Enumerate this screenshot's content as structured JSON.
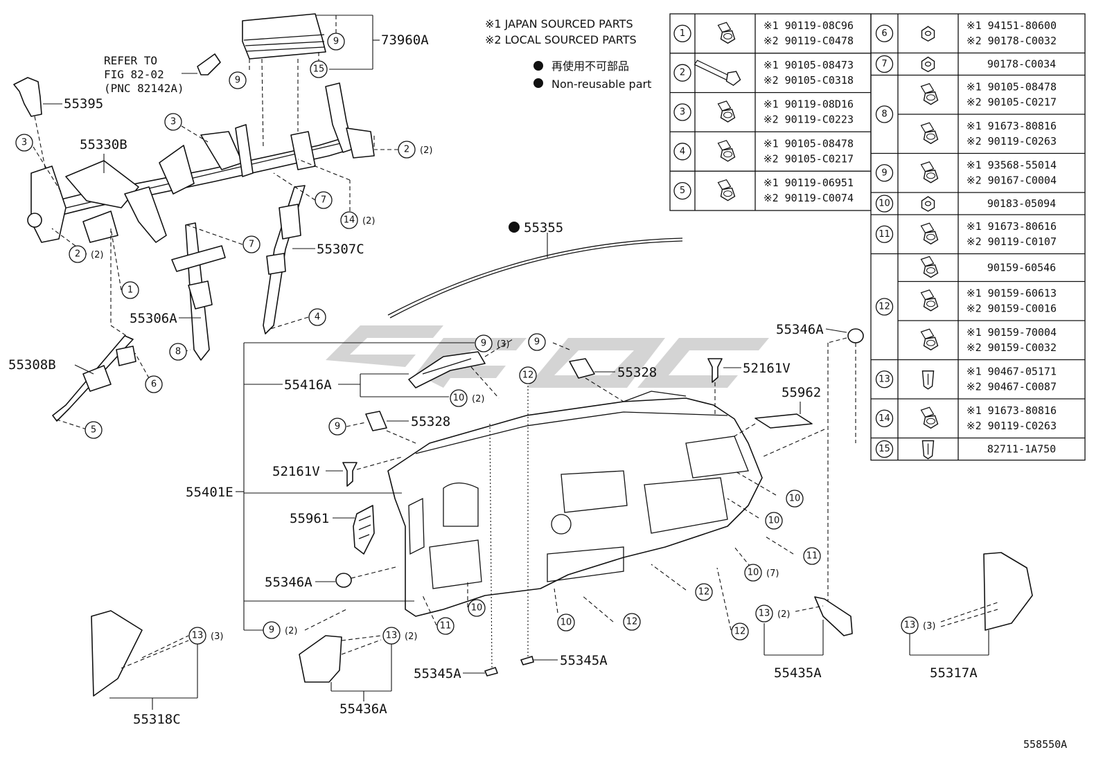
{
  "legend": {
    "note1": "※1 JAPAN SOURCED PARTS",
    "note2": "※2 LOCAL SOURCED PARTS",
    "nonreuse_jp": "再使用不可部品",
    "nonreuse_en": "Non-reusable part"
  },
  "refer": {
    "line1": "REFER TO",
    "line2": "FIG 82-02",
    "line3": "(PNC 82142A)"
  },
  "diagram_id": "558550A",
  "watermark": "ctoc",
  "part_labels": {
    "p73960A": "73960A",
    "p55395": "55395",
    "p55330B": "55330B",
    "p55307C": "55307C",
    "p55306A": "55306A",
    "p55308B": "55308B",
    "p55355": "55355",
    "p55416A": "55416A",
    "p55328a": "55328",
    "p55328b": "55328",
    "p52161Va": "52161V",
    "p52161Vb": "52161V",
    "p55346Aa": "55346A",
    "p55346Ab": "55346A",
    "p55962": "55962",
    "p55401E": "55401E",
    "p55961": "55961",
    "p55345Aa": "55345A",
    "p55345Ab": "55345A",
    "p55318C": "55318C",
    "p55436A": "55436A",
    "p55435A": "55435A",
    "p55317A": "55317A"
  },
  "callouts": {
    "c9a": "9",
    "c9b": "9",
    "c15": "15",
    "c3a": "3",
    "c3b": "3",
    "c2a": "2",
    "c2b": "2",
    "c7a": "7",
    "c7b": "7",
    "c14": "14",
    "c1": "1",
    "c4": "4",
    "c8": "8",
    "c6": "6",
    "c5": "5",
    "c9c": "9",
    "c9d": "9",
    "c9e": "9",
    "c9f": "9",
    "c12a": "12",
    "c10a": "10",
    "c10b": "10",
    "c10c": "10",
    "c10d": "10",
    "c10e": "10",
    "c10f": "10",
    "c11a": "11",
    "c11b": "11",
    "c12b": "12",
    "c12c": "12",
    "c12d": "12",
    "c13a": "13",
    "c13b": "13",
    "c13c": "13",
    "c13d": "13"
  },
  "quantities": {
    "q2": "(2)",
    "q3": "(3)",
    "q7": "(7)"
  },
  "fastener_table_left": [
    {
      "no": "1",
      "l1": "※1 90119-08C96",
      "l2": "※2 90119-C0478"
    },
    {
      "no": "2",
      "l1": "※1 90105-08473",
      "l2": "※2 90105-C0318"
    },
    {
      "no": "3",
      "l1": "※1 90119-08D16",
      "l2": "※2 90119-C0223"
    },
    {
      "no": "4",
      "l1": "※1 90105-08478",
      "l2": "※2 90105-C0217"
    },
    {
      "no": "5",
      "l1": "※1 90119-06951",
      "l2": "※2 90119-C0074"
    }
  ],
  "fastener_table_right": [
    {
      "no": "6",
      "rows": [
        {
          "l1": "※1 94151-80600",
          "l2": "※2 90178-C0032"
        }
      ]
    },
    {
      "no": "7",
      "rows": [
        {
          "l1": "90178-C0034",
          "l2": ""
        }
      ]
    },
    {
      "no": "8",
      "rows": [
        {
          "l1": "※1 90105-08478",
          "l2": "※2 90105-C0217"
        },
        {
          "l1": "※1 91673-80816",
          "l2": "※2 90119-C0263"
        }
      ]
    },
    {
      "no": "9",
      "rows": [
        {
          "l1": "※1 93568-55014",
          "l2": "※2 90167-C0004"
        }
      ]
    },
    {
      "no": "10",
      "rows": [
        {
          "l1": "90183-05094",
          "l2": ""
        }
      ]
    },
    {
      "no": "11",
      "rows": [
        {
          "l1": "※1 91673-80616",
          "l2": "※2 90119-C0107"
        }
      ]
    },
    {
      "no": "12",
      "rows": [
        {
          "l1": "90159-60546",
          "l2": ""
        },
        {
          "l1": "※1 90159-60613",
          "l2": "※2 90159-C0016"
        },
        {
          "l1": "※1 90159-70004",
          "l2": "※2 90159-C0032"
        }
      ]
    },
    {
      "no": "13",
      "rows": [
        {
          "l1": "※1 90467-05171",
          "l2": "※2 90467-C0087"
        }
      ]
    },
    {
      "no": "14",
      "rows": [
        {
          "l1": "※1 91673-80816",
          "l2": "※2 90119-C0263"
        }
      ]
    },
    {
      "no": "15",
      "rows": [
        {
          "l1": "82711-1A750",
          "l2": ""
        }
      ]
    }
  ]
}
